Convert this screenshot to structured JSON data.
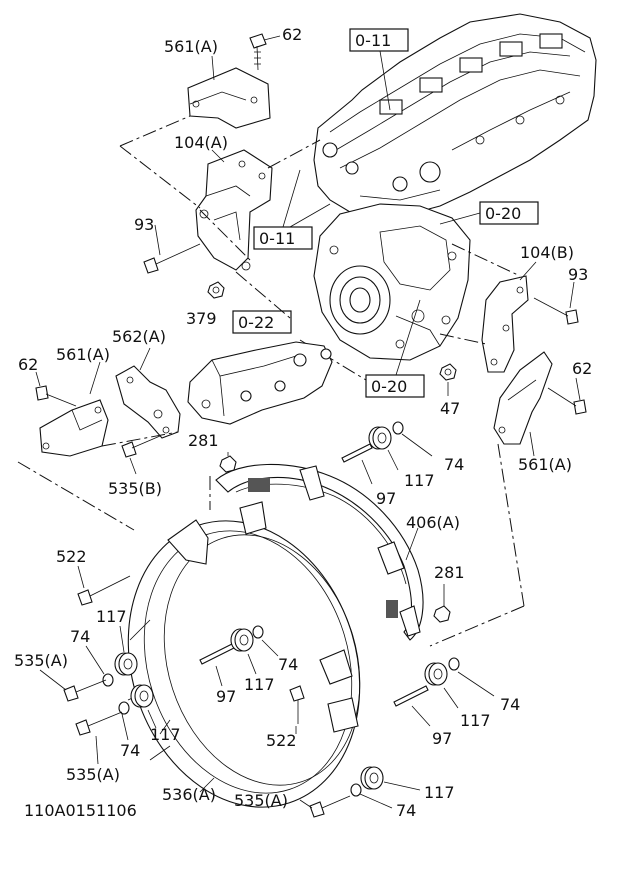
{
  "diagram_id": "110A0151106",
  "section_refs": [
    "0-11",
    "0-11",
    "0-20",
    "0-20",
    "0-22"
  ],
  "callouts": {
    "c561a_top": "561(A)",
    "c62_top": "62",
    "c104a": "104(A)",
    "c93_left": "93",
    "c379": "379",
    "c104b": "104(B)",
    "c93_right": "93",
    "c47": "47",
    "c62_right": "62",
    "c561a_right": "561(A)",
    "c62_left": "62",
    "c561a_left": "561(A)",
    "c562a": "562(A)",
    "c281_top": "281",
    "c535b": "535(B)",
    "c74_top": "74",
    "c117_top": "117",
    "c97_top": "97",
    "c406a": "406(A)",
    "c281_right": "281",
    "c522_left": "522",
    "c117_left": "117",
    "c74_left": "74",
    "c535a_left": "535(A)",
    "c74_mid": "74",
    "c97_mid": "97",
    "c117_mid": "117",
    "c74_right": "74",
    "c117_right": "117",
    "c97_right": "97",
    "c522_mid": "522",
    "c535a_low": "535(A)",
    "c74_low": "74",
    "c117_low": "117",
    "c536a": "536(A)",
    "c535a_bottom": "535(A)",
    "c74_bottom": "74",
    "c117_bottom": "117"
  }
}
